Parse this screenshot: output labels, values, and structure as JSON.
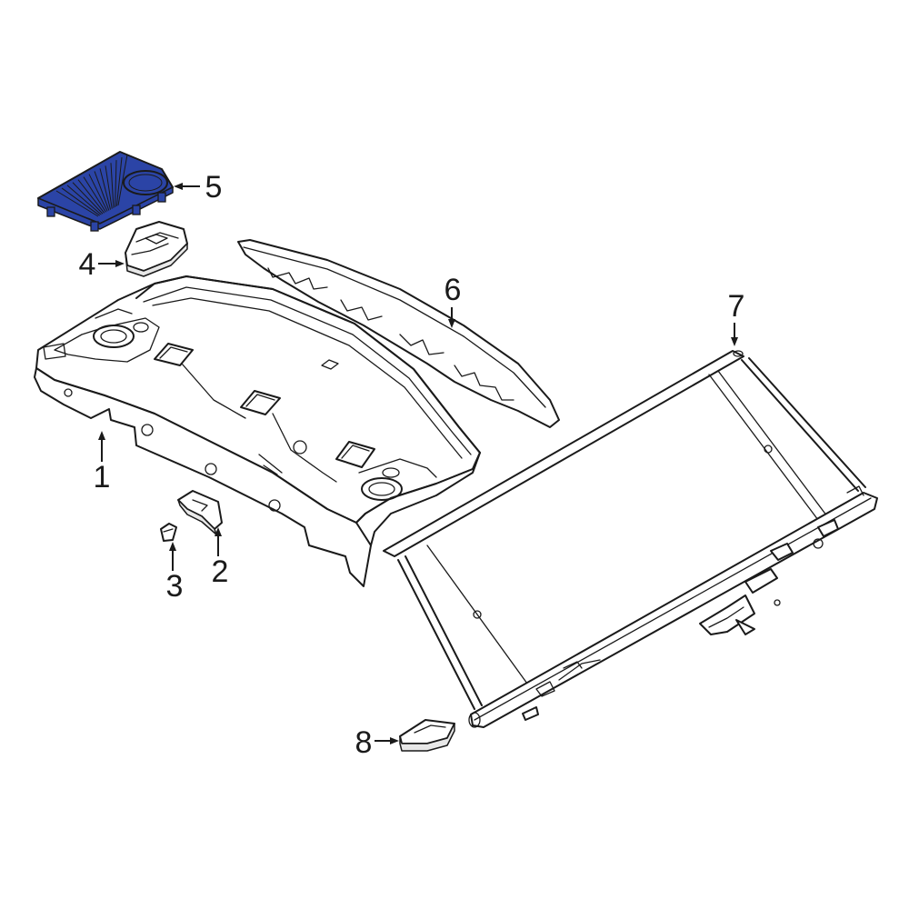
{
  "diagram": {
    "highlight_color": "#2b44a6",
    "line_color": "#1a1a1a",
    "callouts": [
      {
        "id": "1",
        "label": "1",
        "part": "package-tray-trim-panel"
      },
      {
        "id": "2",
        "label": "2",
        "part": "mounting-bracket"
      },
      {
        "id": "3",
        "label": "3",
        "part": "retainer-clip"
      },
      {
        "id": "4",
        "label": "4",
        "part": "cover-cap"
      },
      {
        "id": "5",
        "label": "5",
        "part": "speaker-grille",
        "highlighted": true
      },
      {
        "id": "6",
        "label": "6",
        "part": "trim-strip"
      },
      {
        "id": "7",
        "label": "7",
        "part": "sunshade-assembly"
      },
      {
        "id": "8",
        "label": "8",
        "part": "end-cap"
      }
    ]
  }
}
